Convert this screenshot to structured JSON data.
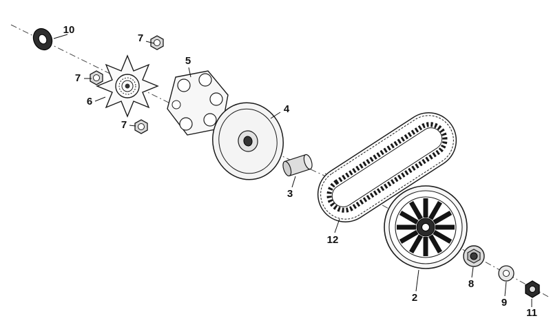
{
  "diagram": {
    "type": "exploded-parts-diagram",
    "background": "#ffffff",
    "stroke_color": "#1a1a1a",
    "callouts": [
      {
        "label": "10",
        "part": "washer"
      },
      {
        "label": "7",
        "part": "hex-nut"
      },
      {
        "label": "5",
        "part": "roller-plate"
      },
      {
        "label": "7",
        "part": "hex-nut"
      },
      {
        "label": "6",
        "part": "fan-ramp-plate"
      },
      {
        "label": "7",
        "part": "hex-nut"
      },
      {
        "label": "4",
        "part": "drive-pulley-face"
      },
      {
        "label": "3",
        "part": "spacer-bushing"
      },
      {
        "label": "12",
        "part": "drive-belt"
      },
      {
        "label": "2",
        "part": "driven-pulley"
      },
      {
        "label": "8",
        "part": "flange-nut"
      },
      {
        "label": "9",
        "part": "washer"
      },
      {
        "label": "11",
        "part": "lock-nut"
      }
    ]
  }
}
